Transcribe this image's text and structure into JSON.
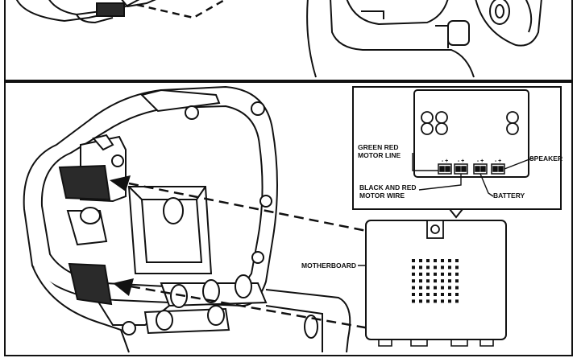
{
  "panel_labels": {
    "green_red_motor_line_1": "GREEN RED",
    "green_red_motor_line_2": "MOTOR LINE",
    "black_red_motor_wire_1": "BLACK AND RED",
    "black_red_motor_wire_2": "MOTOR WIRE",
    "battery": "BATTERY",
    "speaker": "SPEAKER",
    "motherboard": "MOTHERBOARD"
  },
  "connector_polarity": [
    "- +",
    "- +",
    "- +",
    "- +"
  ],
  "colors": {
    "line": "#111111",
    "panel_fill": "#ffffff",
    "shadow": "#2a2a2a"
  }
}
